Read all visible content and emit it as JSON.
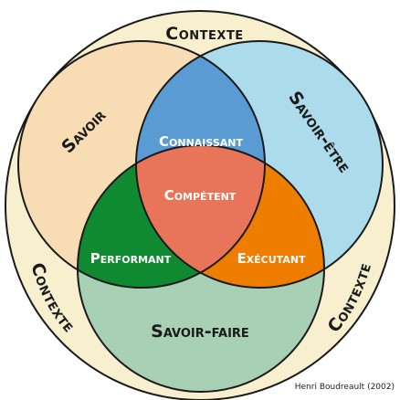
{
  "context": {
    "top": "Contexte",
    "left": "Contexte",
    "right": "Contexte"
  },
  "sets": {
    "savoir": "Savoir",
    "savoir_etre": "Savoir-être",
    "savoir_faire": "Savoir-faire"
  },
  "intersections": {
    "savoir_and_savoir_etre": "Connaissant",
    "savoir_and_savoir_faire": "Performant",
    "savoir_etre_and_savoir_faire": "Exécutant",
    "all_three": "Compétent"
  },
  "credit": "Henri Boudreault (2002)",
  "colors": {
    "context_fill": "#f8efcf",
    "savoir": "#f7dcb4",
    "savoir_etre": "#acdcec",
    "savoir_faire": "#a8d0b5",
    "connaissant": "#5b9bd3",
    "performant": "#108a30",
    "executant": "#ef7d00",
    "competent": "#e8755a",
    "outline": "#1a1a1a"
  }
}
